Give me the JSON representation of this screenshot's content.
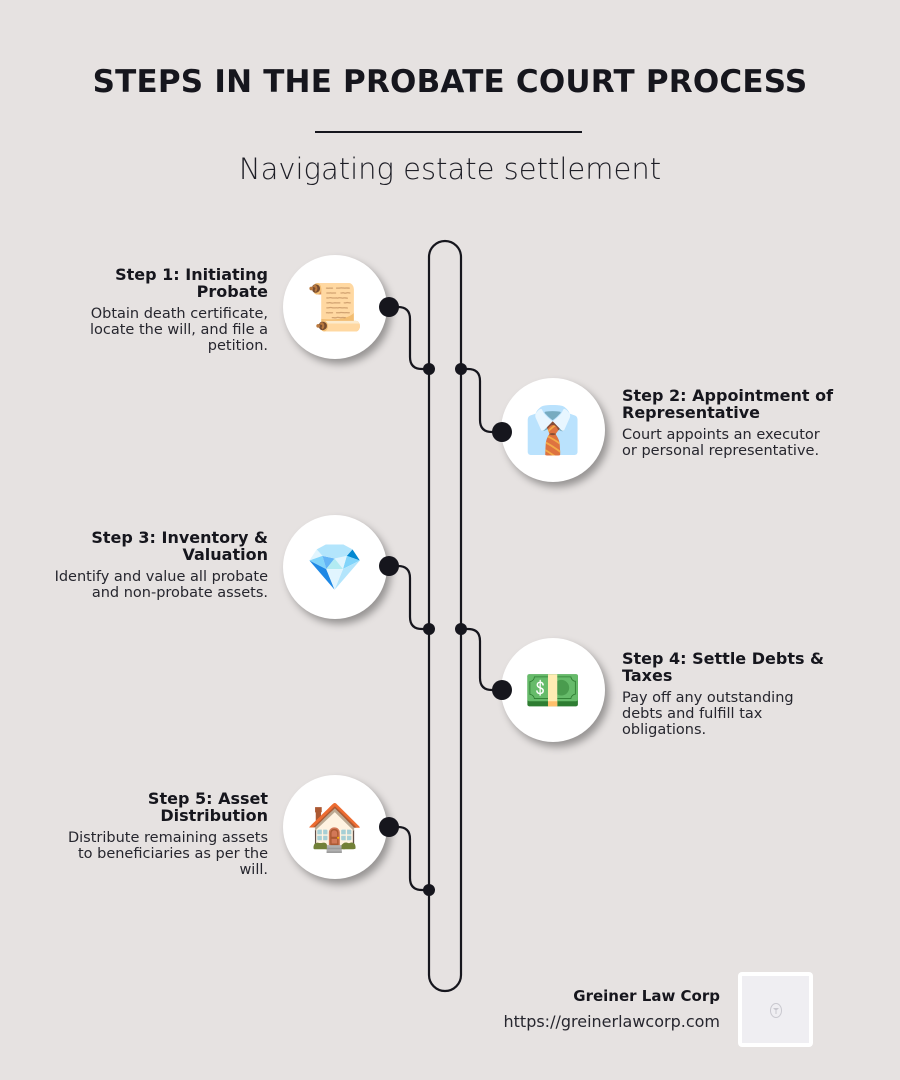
{
  "header": {
    "title": "STEPS IN THE PROBATE COURT PROCESS",
    "subtitle": "Navigating estate settlement"
  },
  "steps": [
    {
      "title": "Step 1: Initiating Probate",
      "description": "Obtain death certificate, locate the will, and file a petition.",
      "icon": "scroll-icon",
      "glyph": "📜",
      "side": "left"
    },
    {
      "title": "Step 2: Appointment of Representative",
      "description": "Court appoints an executor or personal representative.",
      "icon": "shirt-and-tie-icon",
      "glyph": "👔",
      "side": "right"
    },
    {
      "title": "Step 3: Inventory & Valuation",
      "description": "Identify and value all probate and non-probate assets.",
      "icon": "gem-icon",
      "glyph": "💎",
      "side": "left"
    },
    {
      "title": "Step 4: Settle Debts & Taxes",
      "description": "Pay off any outstanding debts and fulfill tax obligations.",
      "icon": "dollar-banknote-icon",
      "glyph": "💵",
      "side": "right"
    },
    {
      "title": "Step 5: Asset Distribution",
      "description": "Distribute remaining assets to beneficiaries as per the will.",
      "icon": "house-icon",
      "glyph": "🏠",
      "side": "left"
    }
  ],
  "footer": {
    "company": "Greiner Law Corp",
    "url": "https://greinerlawcorp.com",
    "logo_icon": "company-logo-icon"
  },
  "colors": {
    "background": "#e6e2e1",
    "ink": "#16161d",
    "circle": "#ffffff"
  }
}
